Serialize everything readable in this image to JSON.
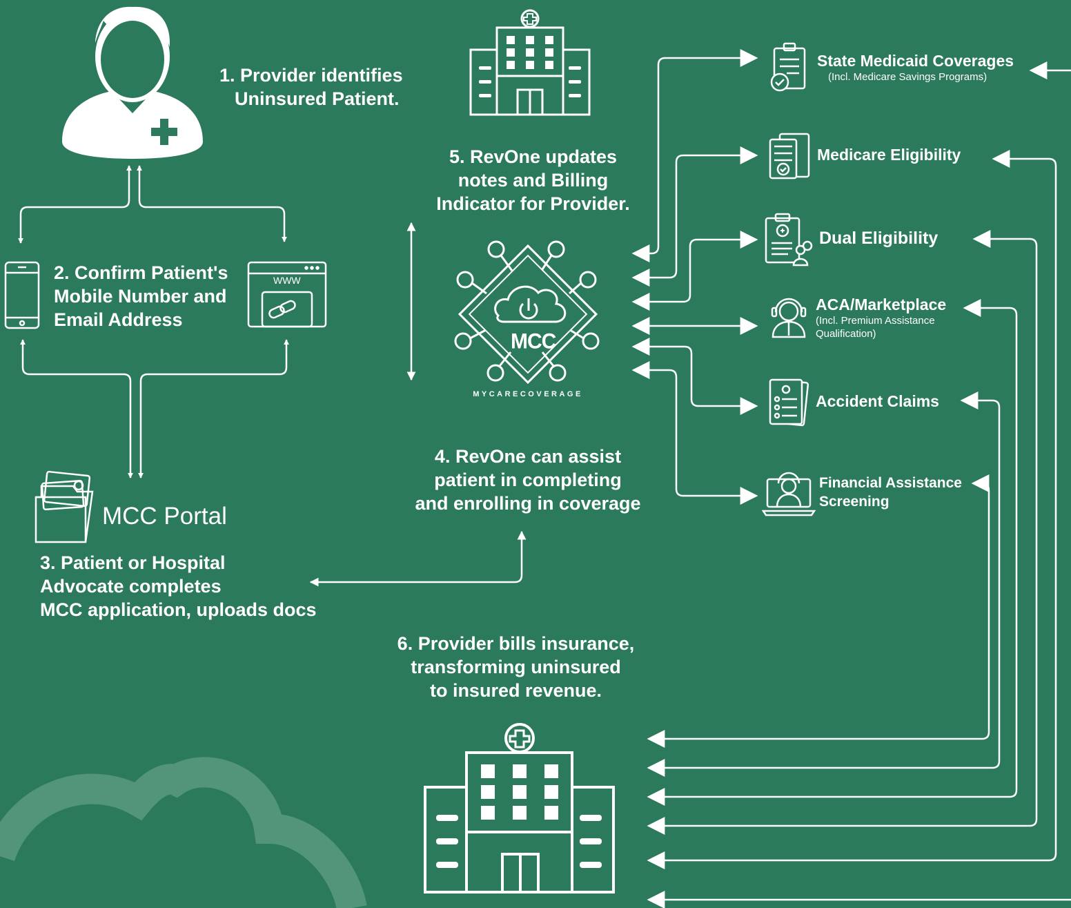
{
  "steps": {
    "step1": [
      "1.  Provider identifies",
      "Uninsured Patient."
    ],
    "step2": [
      "2. Confirm Patient's",
      "Mobile Number and",
      "Email Address"
    ],
    "step3": [
      "3.  Patient or Hospital",
      "Advocate completes",
      "MCC application, uploads docs"
    ],
    "step4": [
      "4.  RevOne can assist",
      "patient in completing",
      "and enrolling in coverage"
    ],
    "step5": [
      "5.  RevOne updates",
      "notes and Billing",
      "Indicator for Provider."
    ],
    "step6": [
      "6. Provider bills insurance,",
      "transforming uninsured",
      "to insured revenue."
    ]
  },
  "portal_label": "MCC Portal",
  "logo": {
    "text": "MCC",
    "wordmark": "MYCARECOVERAGE"
  },
  "browser_label": "WWW",
  "coverages": [
    {
      "title": "State Medicaid Coverages",
      "sub": "(Incl. Medicare Savings Programs)",
      "icon": "clipboard-check-icon"
    },
    {
      "title": "Medicare Eligibility",
      "sub": "",
      "icon": "document-check-icon"
    },
    {
      "title": "Dual Eligibility",
      "sub": "",
      "icon": "medical-clipboard-people-icon"
    },
    {
      "title": "ACA/Marketplace",
      "sub": "(Incl. Premium Assistance Qualification)",
      "icon": "headset-agent-icon"
    },
    {
      "title": "Accident Claims",
      "sub": "",
      "icon": "checklist-documents-icon"
    },
    {
      "title": "Financial Assistance Screening",
      "sub": "",
      "icon": "laptop-support-icon"
    }
  ],
  "colors": {
    "background": "#2c7a5c",
    "foreground": "#ffffff",
    "cloud": "#5b9a80"
  }
}
